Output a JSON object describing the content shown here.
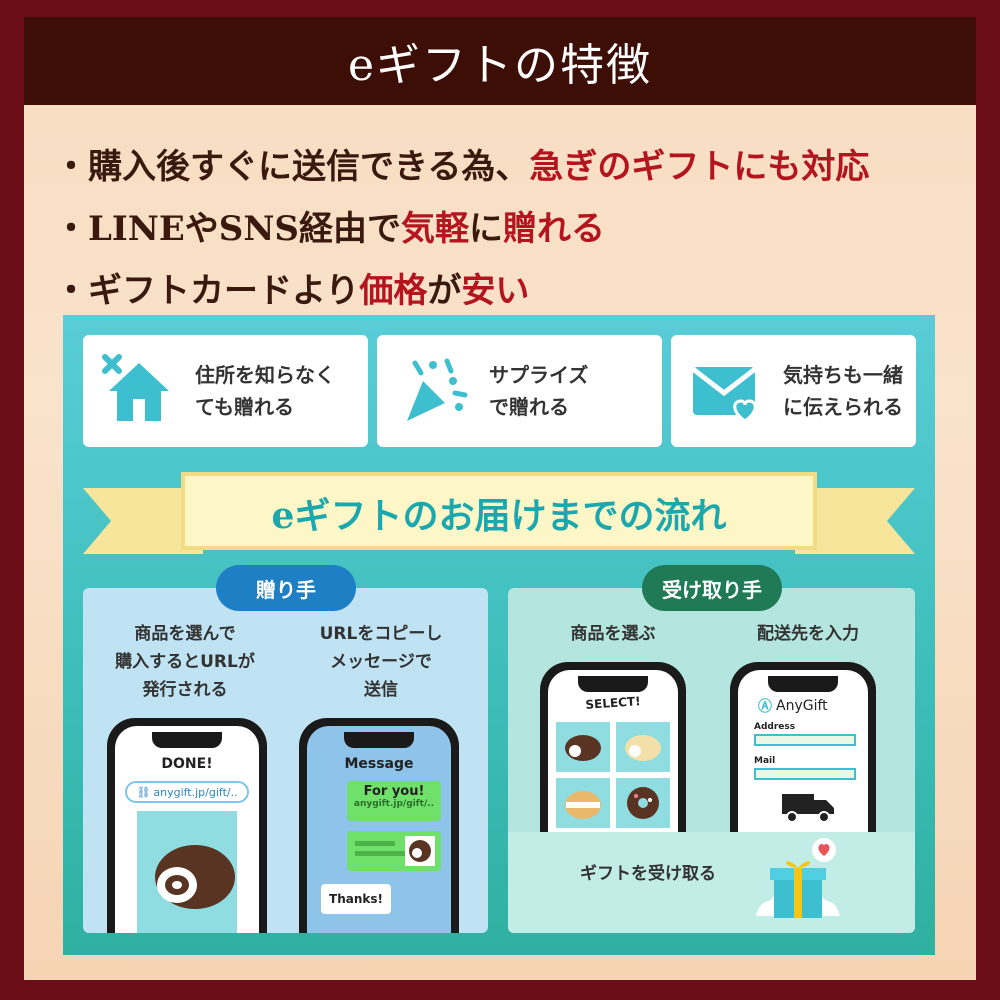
{
  "header": {
    "title": "eギフトの特徴"
  },
  "features": [
    {
      "plain": "・購入後すぐに送信できる為、",
      "highlight": "急ぎのギフトにも対応"
    },
    {
      "plain": "・LINEやSNS経由で",
      "highlight": "気軽",
      "plain2": "に",
      "highlight2": "贈れる"
    },
    {
      "plain": "・ギフトカードより",
      "highlight": "価格",
      "plain2": "が",
      "highlight2": "安い"
    }
  ],
  "benefits": [
    {
      "line1": "住所を知らなく",
      "line2": "ても贈れる",
      "icon": "house-icon"
    },
    {
      "line1": "サプライズ",
      "line2": "で贈れる",
      "icon": "party-popper-icon"
    },
    {
      "line1": "気持ちも一緒",
      "line2": "に伝えられる",
      "icon": "envelope-heart-icon"
    }
  ],
  "flow": {
    "title": "eギフトのお届けまでの流れ"
  },
  "sender": {
    "label": "贈り手",
    "step1": {
      "line1": "商品を選んで",
      "line2": "購入するとURLが",
      "line3": "発行される"
    },
    "step2": {
      "line1": "URLをコピーし",
      "line2": "メッセージで",
      "line3": "送信"
    },
    "phone1": {
      "title": "DONE!",
      "url": "anygift.jp/gift/.."
    },
    "phone2": {
      "title": "Message",
      "bubble1": "For you!",
      "bubble1_url": "anygift.jp/gift/..",
      "bubble3": "Thanks!"
    }
  },
  "receiver": {
    "label": "受け取り手",
    "step1": "商品を選ぶ",
    "step2": "配送先を入力",
    "phone1": {
      "title": "SELECT!"
    },
    "phone2": {
      "brand": "AnyGift",
      "field1": "Address",
      "field2": "Mail"
    },
    "receive": "ギフトを受け取る"
  },
  "colors": {
    "accent_red": "#b3141d",
    "header_bg": "#3d0e05",
    "teal": "#1aa7ad",
    "sender_pill": "#1f7fc4",
    "receiver_pill": "#1f7a55"
  }
}
